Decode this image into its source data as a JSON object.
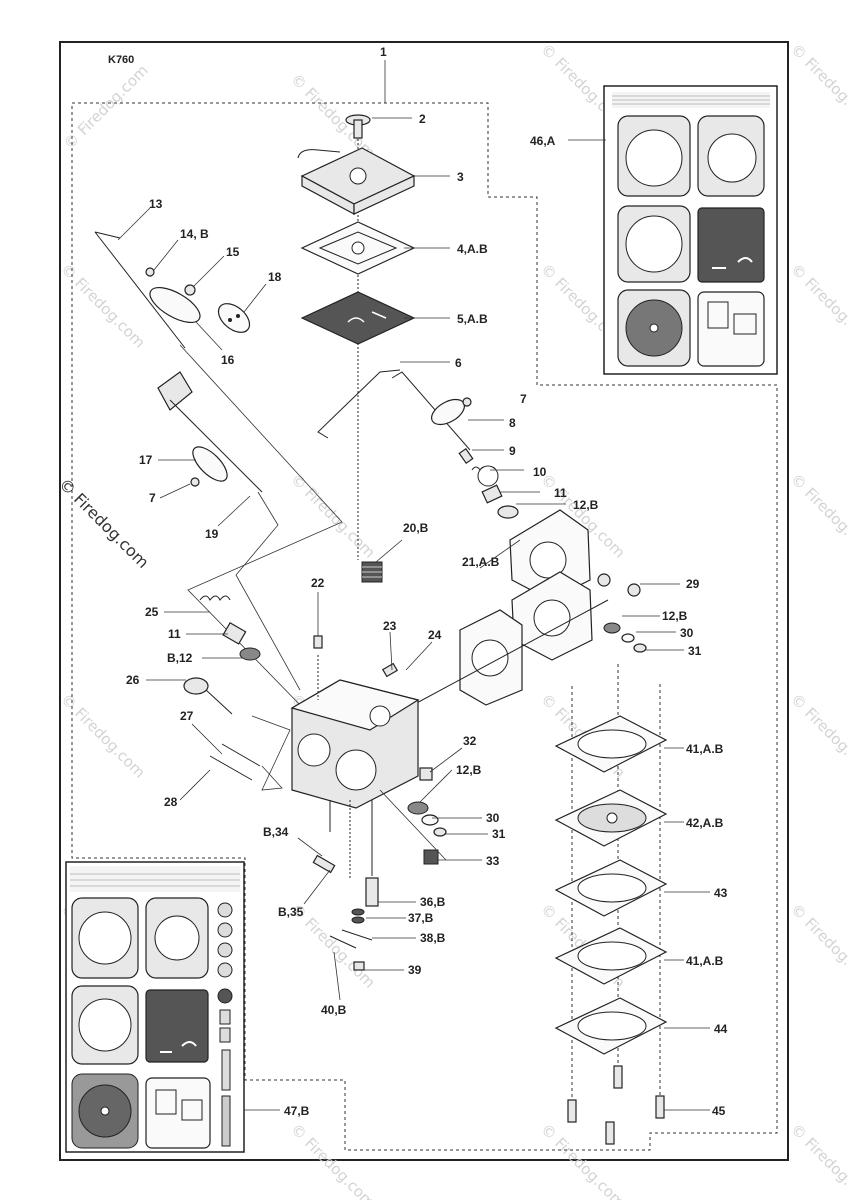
{
  "model": "K760",
  "watermark": "© Firedog.com",
  "callouts": {
    "c1": "1",
    "c2": "2",
    "c3": "3",
    "c4": "4,A.B",
    "c5": "5,A.B",
    "c6": "6",
    "c7a": "7",
    "c7b": "7",
    "c8": "8",
    "c9": "9",
    "c10": "10",
    "c11a": "11",
    "c11b": "11",
    "c12a": "12,B",
    "c12b": "12,B",
    "c12c": "12,B",
    "c12d": "B,12",
    "c13": "13",
    "c14": "14, B",
    "c15": "15",
    "c16": "16",
    "c17": "17",
    "c18": "18",
    "c19": "19",
    "c20": "20,B",
    "c21": "21,A.B",
    "c22": "22",
    "c23": "23",
    "c24": "24",
    "c25": "25",
    "c26": "26",
    "c27": "27",
    "c28": "28",
    "c29": "29",
    "c30a": "30",
    "c30b": "30",
    "c31a": "31",
    "c31b": "31",
    "c32": "32",
    "c33": "33",
    "c34": "B,34",
    "c35": "B,35",
    "c36": "36,B",
    "c37": "37,B",
    "c38": "38,B",
    "c39": "39",
    "c40": "40,B",
    "c41a": "41,A.B",
    "c41b": "41,A.B",
    "c42": "42,A.B",
    "c43": "43",
    "c44": "44",
    "c45": "45",
    "c46": "46,A",
    "c47": "47,B"
  }
}
